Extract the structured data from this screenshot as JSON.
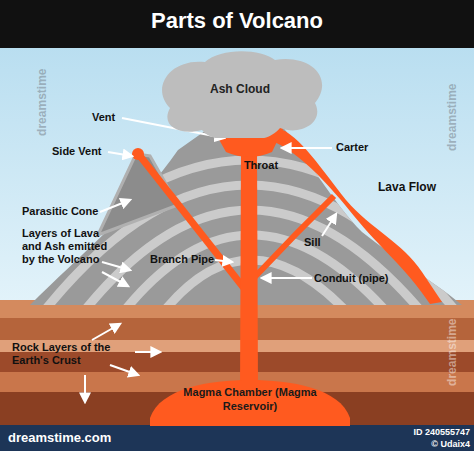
{
  "diagram": {
    "title": "Parts of Volcano",
    "nodes": [
      {
        "text": [
          "Ash Cloud"
        ]
      },
      {
        "text": [
          "Magma Chamber (Magma Reservoir)"
        ]
      }
    ],
    "labels": [
      "Vent",
      "Side Vent",
      "Carter",
      "Throat",
      "Lava Flow",
      "Parasitic Cone",
      "Layers of Lava and Ash emitted by the Volcano",
      "Branch Pipe",
      "Sill",
      "Conduit (pipe)",
      "Rock Layers of the Earth's Crust",
      "dreamstime",
      "dreamstime",
      "dreamstime",
      "dreamstime.com",
      "ID 240555747",
      "© Udaix4"
    ]
  }
}
